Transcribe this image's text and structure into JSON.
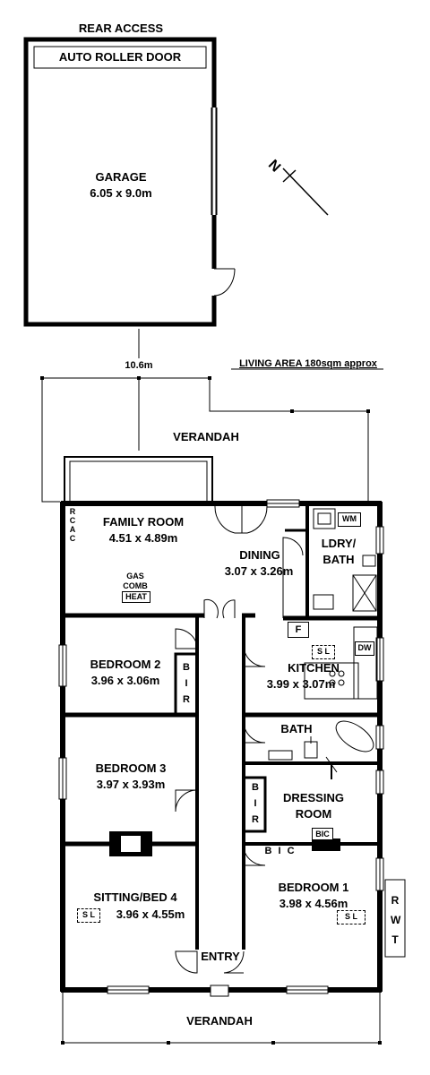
{
  "header": {
    "rear_access": "REAR ACCESS",
    "roller_door": "AUTO ROLLER DOOR"
  },
  "garage": {
    "name": "GARAGE",
    "size": "6.05 x 9.0m"
  },
  "north": "N",
  "dimension": "10.6m",
  "living_area": "LIVING AREA 180sqm approx",
  "rear_verandah": "VERANDAH",
  "front_verandah": "VERANDAH",
  "rcac": "R C A C",
  "rooms": {
    "family": {
      "name": "FAMILY ROOM",
      "size": "4.51 x 4.89m"
    },
    "dining": {
      "name": "DINING",
      "size": "3.07 x 3.26m"
    },
    "laundry": {
      "name_line1": "LDRY/",
      "name_line2": "BATH"
    },
    "kitchen": {
      "name": "KITCHEN",
      "size": "3.99 x 3.07m"
    },
    "bedroom2": {
      "name": "BEDROOM 2",
      "size": "3.96 x 3.06m"
    },
    "bedroom3": {
      "name": "BEDROOM 3",
      "size": "3.97 x 3.93m"
    },
    "bath": {
      "name": "BATH"
    },
    "dressing": {
      "name_line1": "DRESSING",
      "name_line2": "ROOM"
    },
    "bedroom1": {
      "name": "BEDROOM 1",
      "size": "3.98 x 4.56m"
    },
    "sitting": {
      "name": "SITTING/BED 4",
      "size": "3.96 x 4.55m"
    },
    "entry": {
      "name": "ENTRY"
    }
  },
  "fixtures": {
    "gas_heat_line1": "GAS",
    "gas_heat_line2": "COMB",
    "gas_heat_line3": "HEAT",
    "wm": "WM",
    "fridge": "F",
    "sl": "S L",
    "dw": "DW",
    "bir": "B I R",
    "bic_vertical": "BIC",
    "bic_horizontal": "B I C",
    "rwt": "R W T"
  }
}
